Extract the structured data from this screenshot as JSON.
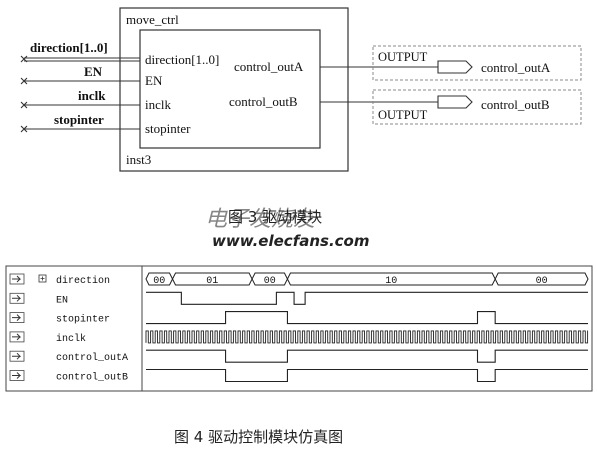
{
  "block": {
    "name": "move_ctrl",
    "instance": "inst3",
    "inputs": [
      "direction[1..0]",
      "EN",
      "inclk",
      "stopinter"
    ],
    "outputs": [
      "control_outA",
      "control_outB"
    ],
    "input_wire_labels": [
      "direction[1..0]",
      "EN",
      "inclk",
      "stopinter"
    ]
  },
  "output_pins": [
    {
      "type": "OUTPUT",
      "label": "control_outA"
    },
    {
      "type": "OUTPUT",
      "label": "control_outB"
    }
  ],
  "caption3": "图 3  驱动模块",
  "watermark": "www.elecfans.com",
  "watermark_logo": "电子发烧友",
  "waveform": {
    "signals": [
      {
        "name": "direction",
        "bus": true,
        "segments": [
          {
            "from": 0.0,
            "to": 0.06,
            "value": "00"
          },
          {
            "from": 0.06,
            "to": 0.24,
            "value": "01"
          },
          {
            "from": 0.24,
            "to": 0.32,
            "value": "00"
          },
          {
            "from": 0.32,
            "to": 0.79,
            "value": "10"
          },
          {
            "from": 0.79,
            "to": 1.0,
            "value": "00"
          }
        ]
      },
      {
        "name": "EN",
        "digital": [
          [
            0.0,
            1
          ],
          [
            0.08,
            0
          ],
          [
            0.295,
            1
          ],
          [
            0.335,
            0
          ],
          [
            0.36,
            1
          ]
        ]
      },
      {
        "name": "stopinter",
        "digital": [
          [
            0.0,
            0
          ],
          [
            0.18,
            1
          ],
          [
            0.32,
            0
          ],
          [
            0.75,
            1
          ],
          [
            0.79,
            0
          ]
        ]
      },
      {
        "name": "inclk",
        "clock": true
      },
      {
        "name": "control_outA",
        "digital": [
          [
            0.0,
            1
          ],
          [
            0.18,
            0
          ],
          [
            0.32,
            1
          ],
          [
            0.75,
            0
          ],
          [
            0.79,
            1
          ]
        ]
      },
      {
        "name": "control_outB",
        "digital": [
          [
            0.0,
            1
          ],
          [
            0.18,
            0
          ],
          [
            0.32,
            1
          ],
          [
            0.75,
            0
          ],
          [
            0.79,
            1
          ]
        ]
      }
    ]
  },
  "caption4": "图 4   驱动控制模块仿真图"
}
